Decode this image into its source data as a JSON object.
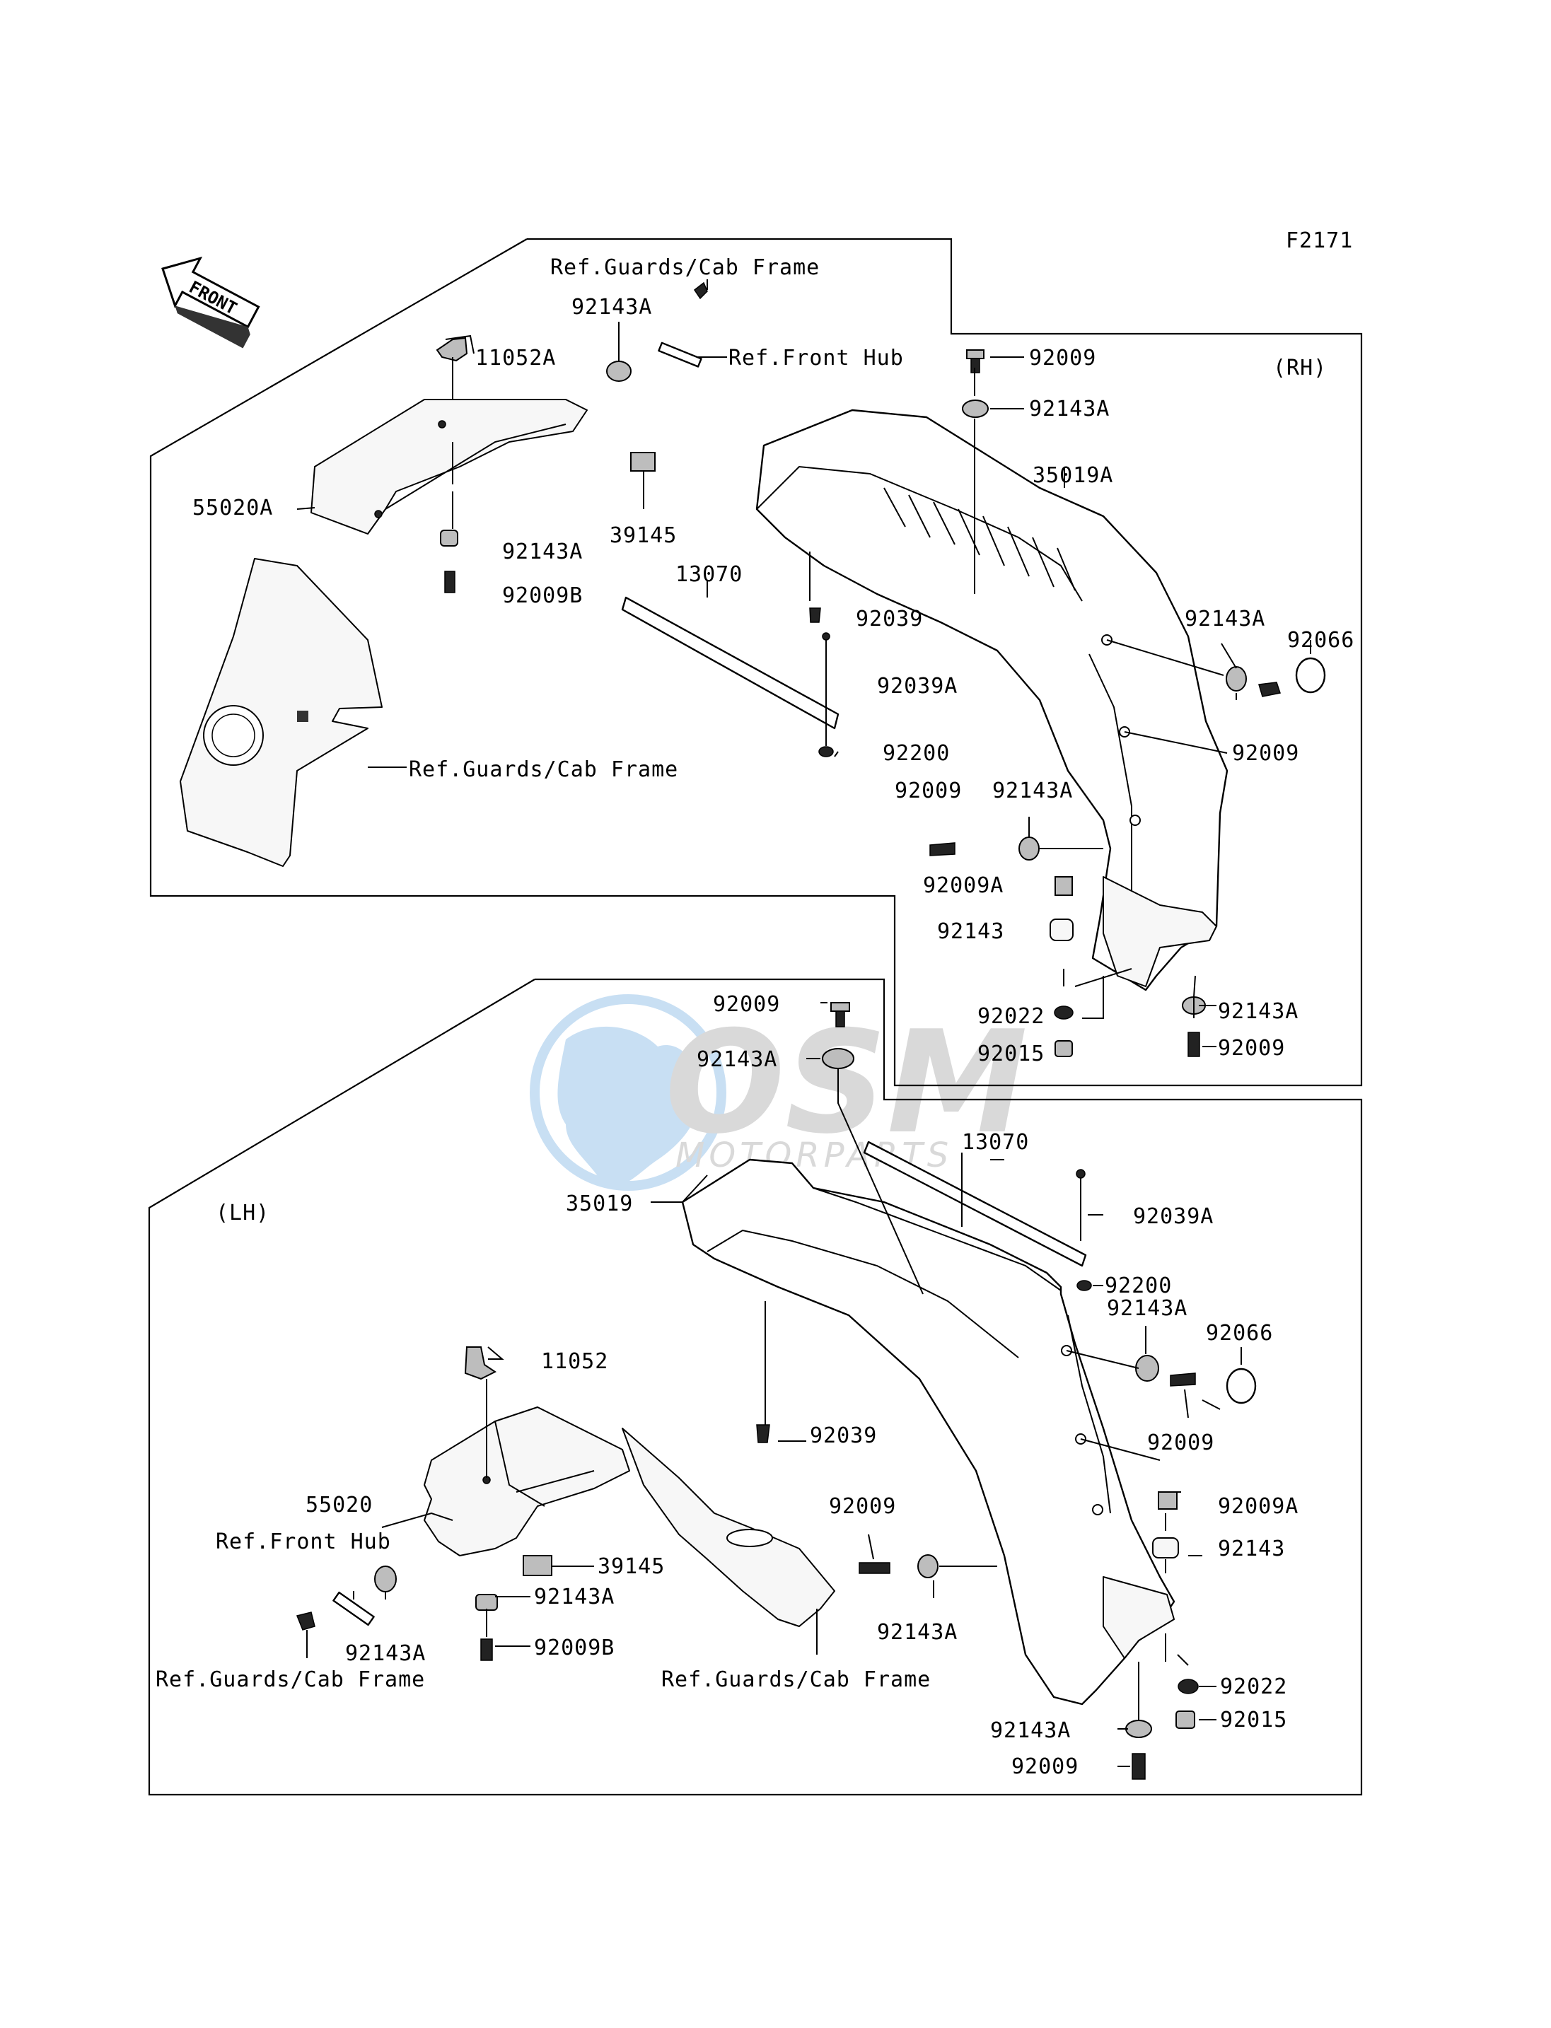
{
  "figure_code": "F2171",
  "direction_arrow": "FRONT",
  "sides": {
    "right": "(RH)",
    "left": "(LH)"
  },
  "watermark": {
    "brand": "OSM",
    "sub": "MOTORPARTS",
    "globe_color": "#3d8fd6"
  },
  "rh_labels": {
    "ref_guards_top": "Ref.Guards/Cab Frame",
    "p92143A_top": "92143A",
    "p11052A": "11052A",
    "ref_front_hub": "Ref.Front Hub",
    "p92009_top": "92009",
    "p92143A_b": "92143A",
    "p35019A": "35019A",
    "p55020A": "55020A",
    "p39145": "39145",
    "p92143A_c": "92143A",
    "p92009B": "92009B",
    "p13070": "13070",
    "p92039": "92039",
    "p92039A": "92039A",
    "p92143A_d": "92143A",
    "p92066": "92066",
    "p92009_d": "92009",
    "p92200": "92200",
    "ref_guards_mid": "Ref.Guards/Cab Frame",
    "p92009_e": "92009",
    "p92143A_e": "92143A",
    "p92009A": "92009A",
    "p92143": "92143",
    "p92022": "92022",
    "p92143A_f": "92143A",
    "p92015": "92015",
    "p92009_f": "92009"
  },
  "lh_labels": {
    "p92009_a": "92009",
    "p92143A_a": "92143A",
    "p13070": "13070",
    "p35019": "35019",
    "p92039A": "92039A",
    "p92200": "92200",
    "p92143A_b": "92143A",
    "p92066": "92066",
    "p11052": "11052",
    "p92039": "92039",
    "p92009_b": "92009",
    "p55020": "55020",
    "p92009_c": "92009",
    "p92009A": "92009A",
    "ref_front_hub": "Ref.Front Hub",
    "p39145": "39145",
    "p92143": "92143",
    "p92143A_c": "92143A",
    "p92143A_d": "92143A",
    "p92143A_e": "92143A",
    "p92009B": "92009B",
    "p92022": "92022",
    "ref_guards_left": "Ref.Guards/Cab Frame",
    "ref_guards_right": "Ref.Guards/Cab Frame",
    "p92015": "92015",
    "p92143A_f": "92143A",
    "p92009_d": "92009"
  }
}
